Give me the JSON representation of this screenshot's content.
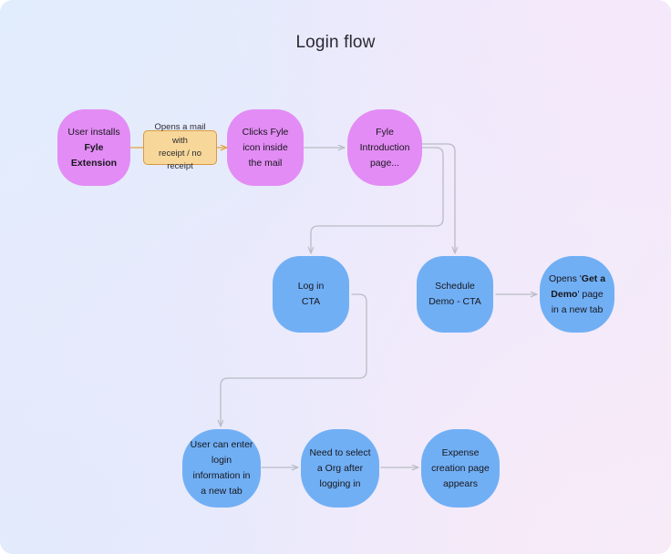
{
  "title": "Login flow",
  "colors": {
    "pink_node": "#e38cf5",
    "blue_node": "#71aff5",
    "label_box_fill": "#f7d79a",
    "label_box_border": "#d99b3f",
    "edge_gray": "#b9bcc4",
    "edge_orange": "#e2a33f",
    "text": "#17171c",
    "background_start": "#e4ecfd",
    "background_end": "#f6eaf7"
  },
  "nodes": [
    {
      "id": "user-installs-fyle-extension",
      "lines": [
        {
          "text": "User installs",
          "bold": false
        },
        {
          "text": "Fyle",
          "bold": true
        },
        {
          "text": "Extension",
          "bold": true
        }
      ],
      "shape": "rounded-square",
      "color": "pink"
    },
    {
      "id": "opens-a-mail-label",
      "lines": [
        {
          "text": "Opens a mail with",
          "bold": false
        },
        {
          "text": "receipt / no receipt",
          "bold": false
        }
      ],
      "shape": "label-box",
      "color": "yellow"
    },
    {
      "id": "clicks-fyle-icon-inside-the-mail",
      "lines": [
        {
          "text": "Clicks Fyle",
          "bold": false
        },
        {
          "text": "icon inside",
          "bold": false
        },
        {
          "text": "the mail",
          "bold": false
        }
      ],
      "shape": "rounded-square",
      "color": "pink"
    },
    {
      "id": "fyle-introduction-page",
      "lines": [
        {
          "text": "Fyle",
          "bold": false
        },
        {
          "text": "Introduction",
          "bold": false
        },
        {
          "text": "page...",
          "bold": false
        }
      ],
      "shape": "circle",
      "color": "pink"
    },
    {
      "id": "log-in-cta",
      "lines": [
        {
          "text": "Log in",
          "bold": false
        },
        {
          "text": "CTA",
          "bold": false
        }
      ],
      "shape": "rounded-square",
      "color": "blue"
    },
    {
      "id": "schedule-demo-cta",
      "lines": [
        {
          "text": "Schedule",
          "bold": false
        },
        {
          "text": "Demo - CTA",
          "bold": false
        }
      ],
      "shape": "rounded-square",
      "color": "blue"
    },
    {
      "id": "opens-get-a-demo-page",
      "lines": [
        {
          "text": "Opens '",
          "bold": false,
          "suffix_bold": "Get a"
        },
        {
          "text": "Demo",
          "bold": true,
          "suffix": "' page"
        },
        {
          "text": "in a new tab",
          "bold": false
        }
      ],
      "shape": "circle",
      "color": "blue"
    },
    {
      "id": "user-can-enter-login-information",
      "lines": [
        {
          "text": "User can enter",
          "bold": false
        },
        {
          "text": "login",
          "bold": false
        },
        {
          "text": "information in",
          "bold": false
        },
        {
          "text": "a new tab",
          "bold": false
        }
      ],
      "shape": "circle",
      "color": "blue"
    },
    {
      "id": "need-to-select-a-org",
      "lines": [
        {
          "text": "Need to select",
          "bold": false
        },
        {
          "text": "a Org after",
          "bold": false
        },
        {
          "text": "logging in",
          "bold": false
        }
      ],
      "shape": "circle",
      "color": "blue"
    },
    {
      "id": "expense-creation-page-appears",
      "lines": [
        {
          "text": "Expense",
          "bold": false
        },
        {
          "text": "creation page",
          "bold": false
        },
        {
          "text": "appears",
          "bold": false
        }
      ],
      "shape": "circle",
      "color": "blue"
    }
  ],
  "node_text": {
    "n1_l1": "User installs",
    "n1_l2": "Fyle",
    "n1_l3": "Extension",
    "n2_l1": "Opens a mail with",
    "n2_l2": "receipt / no receipt",
    "n3_l1": "Clicks Fyle",
    "n3_l2": "icon inside",
    "n3_l3": "the mail",
    "n4_l1": "Fyle",
    "n4_l2": "Introduction",
    "n4_l3": "page...",
    "n5_l1": "Log in",
    "n5_l2": "CTA",
    "n6_l1": "Schedule",
    "n6_l2": "Demo - CTA",
    "n7_l1a": "Opens '",
    "n7_l1b": "Get a",
    "n7_l2a": "Demo",
    "n7_l2b": "' page",
    "n7_l3": "in a new tab",
    "n8_l1": "User can enter",
    "n8_l2": "login",
    "n8_l3": "information in",
    "n8_l4": "a new tab",
    "n9_l1": "Need to select",
    "n9_l2": "a Org after",
    "n9_l3": "logging in",
    "n10_l1": "Expense",
    "n10_l2": "creation page",
    "n10_l3": "appears"
  },
  "edges": [
    {
      "id": "edge-install-to-label",
      "from": "user-installs-fyle-extension",
      "to": "opens-a-mail-label",
      "color": "orange",
      "arrow": false
    },
    {
      "id": "edge-label-to-clicks",
      "from": "opens-a-mail-label",
      "to": "clicks-fyle-icon-inside-the-mail",
      "color": "orange",
      "arrow": true
    },
    {
      "id": "edge-clicks-to-intro",
      "from": "clicks-fyle-icon-inside-the-mail",
      "to": "fyle-introduction-page",
      "color": "gray",
      "arrow": true
    },
    {
      "id": "edge-intro-to-login",
      "from": "fyle-introduction-page",
      "to": "log-in-cta",
      "color": "gray",
      "arrow": true
    },
    {
      "id": "edge-intro-to-schedule",
      "from": "fyle-introduction-page",
      "to": "schedule-demo-cta",
      "color": "gray",
      "arrow": true
    },
    {
      "id": "edge-schedule-to-getdemo",
      "from": "schedule-demo-cta",
      "to": "opens-get-a-demo-page",
      "color": "gray",
      "arrow": true
    },
    {
      "id": "edge-login-to-usercanenter",
      "from": "log-in-cta",
      "to": "user-can-enter-login-information",
      "color": "gray",
      "arrow": true
    },
    {
      "id": "edge-usercanenter-to-selectorg",
      "from": "user-can-enter-login-information",
      "to": "need-to-select-a-org",
      "color": "gray",
      "arrow": true
    },
    {
      "id": "edge-selectorg-to-expense",
      "from": "need-to-select-a-org",
      "to": "expense-creation-page-appears",
      "color": "gray",
      "arrow": true
    }
  ]
}
